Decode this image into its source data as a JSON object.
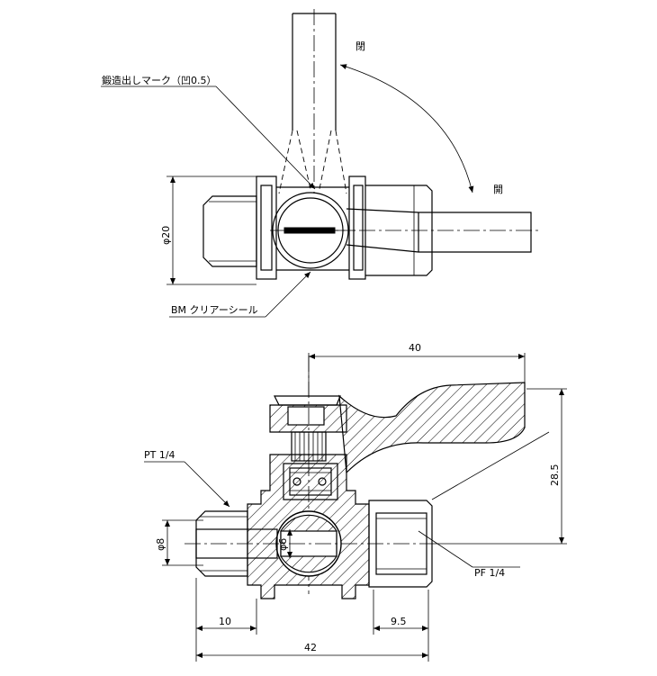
{
  "top_view": {
    "open_label_top": "閉",
    "open_label_side": "開",
    "forging_mark_label": "鍛造出しマーク（凹0.5）",
    "seal_label": "BM クリアーシール",
    "dim_diameter": "φ20"
  },
  "section_view": {
    "dim_40": "40",
    "dim_28_5": "28.5",
    "thread_pt": "PT 1/4",
    "thread_pf": "PF 1/4",
    "dim_phi8": "φ8",
    "dim_phi6": "φ6",
    "dim_10": "10",
    "dim_9_5": "9.5",
    "dim_42": "42"
  }
}
